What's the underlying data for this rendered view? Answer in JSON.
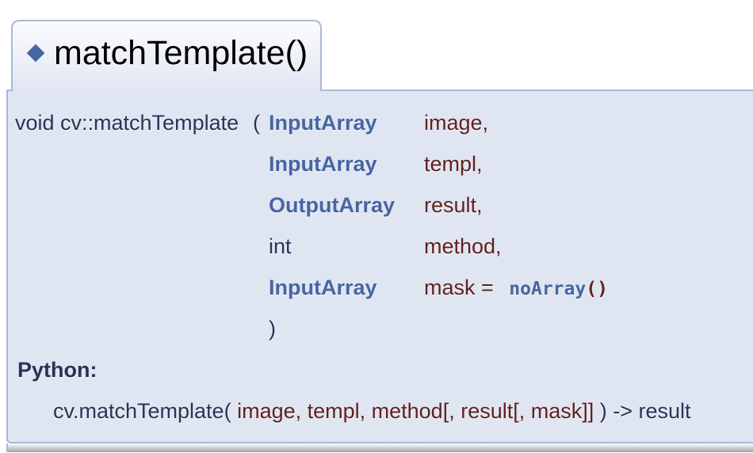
{
  "function_doc": {
    "title": {
      "bullet_icon": "diamond-anchor",
      "label": "matchTemplate()"
    },
    "cpp_signature": {
      "name": "void cv::matchTemplate",
      "open_paren": "(",
      "close_paren": ")",
      "params": [
        {
          "type": "InputArray",
          "name": "image,"
        },
        {
          "type": "InputArray",
          "name": "templ,"
        },
        {
          "type": "OutputArray",
          "name": "result,"
        },
        {
          "type": "int",
          "name": "method,"
        },
        {
          "type": "InputArray",
          "name": "mask = ",
          "default_value_fn": "noArray",
          "default_value_parens": "()"
        }
      ]
    },
    "python_signature": {
      "label": "Python:",
      "prefix": "cv.matchTemplate( ",
      "args": "image, templ, method[, result[, mask]]",
      "suffix": " ) -> result"
    },
    "colors": {
      "panel_background": "#DFE5F1",
      "panel_border": "#A8B8D9",
      "text_navy": "#253555",
      "link_blue": "#4665A2",
      "param_red": "#602020",
      "diamond_blue": "#4767A1"
    }
  }
}
